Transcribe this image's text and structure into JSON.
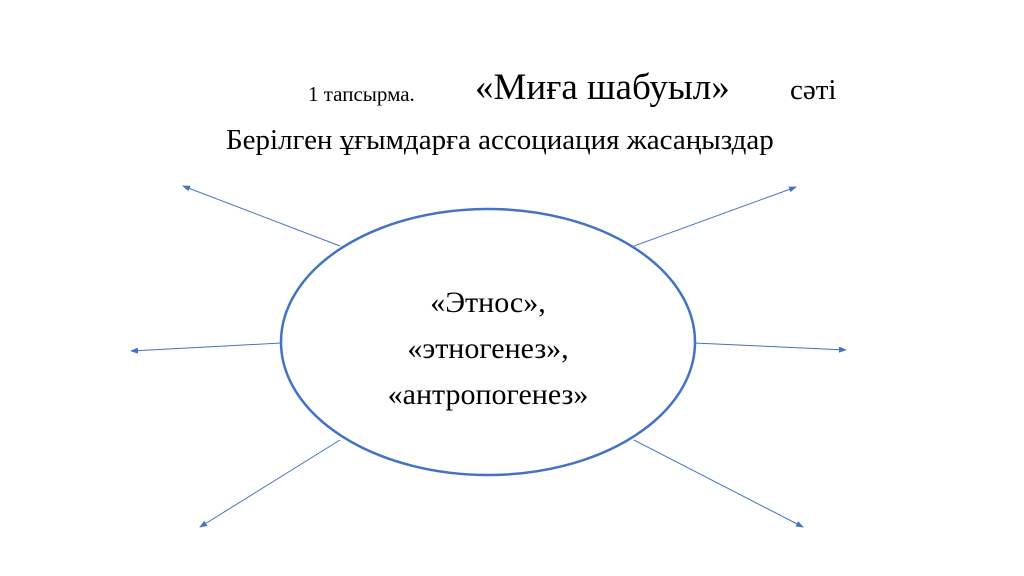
{
  "title": {
    "task_label": "1 тапсырма.",
    "main": "«Миға шабуыл»",
    "suffix": "сәті"
  },
  "subtitle": "Берілген ұғымдарға  ассоциация жасаңыздар",
  "center_terms": [
    "«Этнос»,",
    "«этногенез»,",
    "«антропогенез»"
  ],
  "colors": {
    "accent": "#4472C4"
  }
}
